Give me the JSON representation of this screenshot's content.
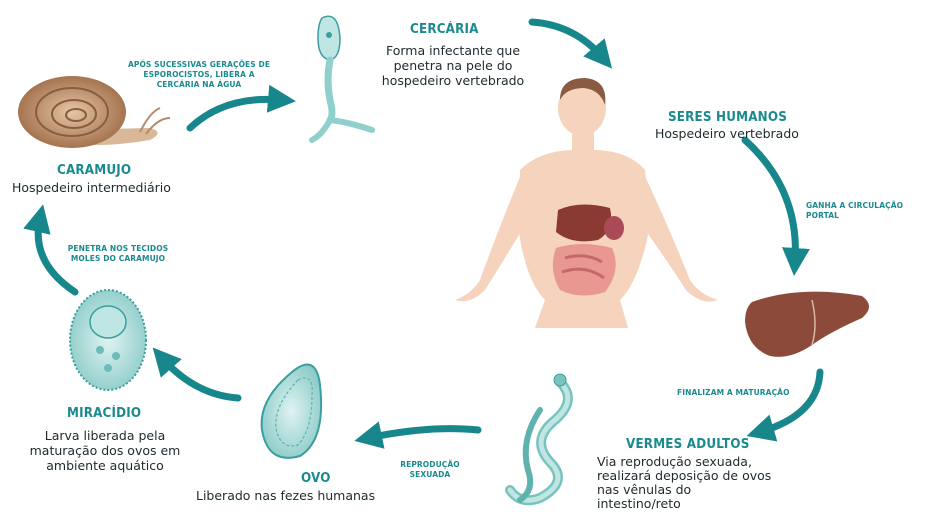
{
  "stages": {
    "cercaria": {
      "title": "CERCÁRIA",
      "description": [
        "Forma infectante que",
        "penetra na pele do",
        "hospedeiro vertebrado"
      ]
    },
    "humanos": {
      "title": "SERES HUMANOS",
      "description": "Hospedeiro vertebrado"
    },
    "vermes": {
      "title": "VERMES ADULTOS",
      "description": [
        "Via reprodução sexuada,",
        "realizará deposição de ovos",
        "nas vênulas do",
        "intestino/reto"
      ]
    },
    "ovo": {
      "title": "OVO",
      "description": "Liberado nas fezes humanas"
    },
    "miracidio": {
      "title": "MIRACÍDIO",
      "description": [
        "Larva liberada pela",
        "maturação dos ovos em",
        "ambiente aquático"
      ]
    },
    "caramujo": {
      "title": "CARAMUJO",
      "description": "Hospedeiro intermediário"
    }
  },
  "transitions": {
    "caramujo_to_cercaria": [
      "APÓS SUCESSIVAS GERAÇÕES DE",
      "ESPOROCISTOS, LIBERA A",
      "CERCÁRIA NA ÁGUA"
    ],
    "humanos_to_figado": "GANHA A CIRCULAÇÃO PORTAL",
    "figado_to_vermes": "FINALIZAM A MATURAÇÃO",
    "vermes_to_ovo": [
      "REPRODUÇÃO",
      "SEXUADA"
    ],
    "miracidio_to_caramujo": [
      "PENETRA NOS TECIDOS",
      "MOLES DO CARAMUJO"
    ]
  },
  "colors": {
    "teal": "#1a8a8f",
    "arrow": "#17878c",
    "skin": "#f6d3bd",
    "liver": "#8c4a3a",
    "shell": "#b98a67",
    "larva": "#9fd7d4"
  }
}
